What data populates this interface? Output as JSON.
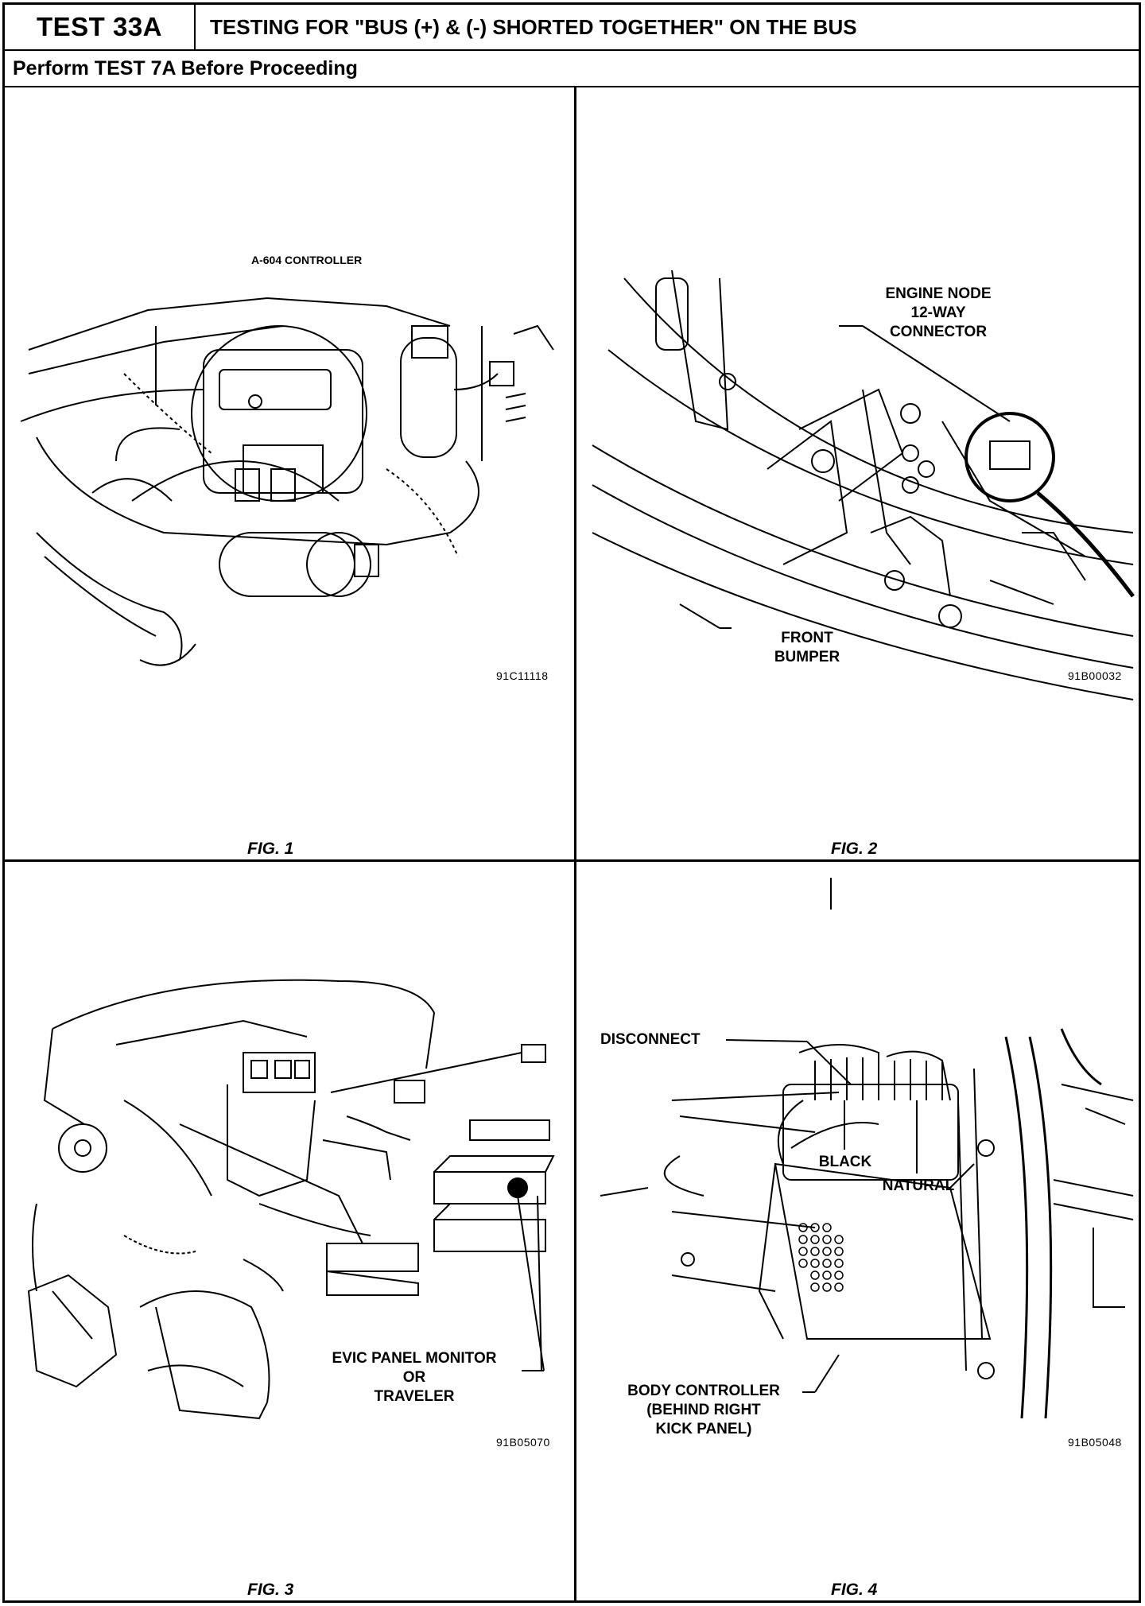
{
  "header": {
    "test_id": "TEST 33A",
    "title": "TESTING FOR \"BUS (+) & (-) SHORTED TOGETHER\" ON THE BUS",
    "subtitle": "Perform TEST 7A Before Proceeding"
  },
  "figures": [
    {
      "caption": "FIG. 1",
      "code": "91C11118",
      "labels": [
        "A-604 CONTROLLER"
      ]
    },
    {
      "caption": "FIG. 2",
      "code": "91B00032",
      "labels": [
        "ENGINE NODE",
        "12-WAY",
        "CONNECTOR",
        "FRONT",
        "BUMPER"
      ]
    },
    {
      "caption": "FIG. 3",
      "code": "91B05070",
      "labels": [
        "EVIC PANEL MONITOR",
        "OR",
        "TRAVELER"
      ]
    },
    {
      "caption": "FIG. 4",
      "code": "91B05048",
      "labels": [
        "DISCONNECT",
        "BLACK",
        "NATURAL",
        "BODY CONTROLLER",
        "(BEHIND RIGHT",
        "KICK PANEL)"
      ]
    }
  ]
}
